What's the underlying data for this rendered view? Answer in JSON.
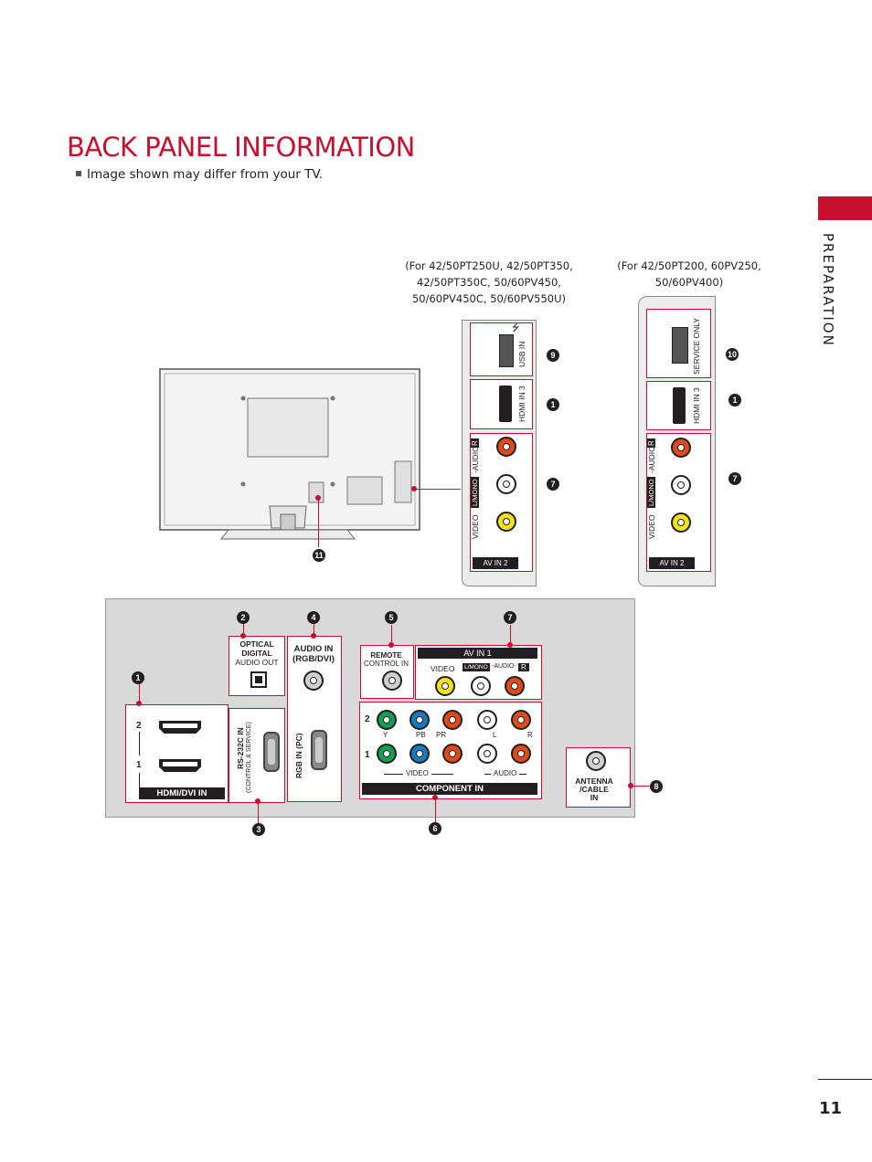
{
  "header": {
    "title": "BACK PANEL INFORMATION",
    "subtitle": "Image shown may differ from your TV."
  },
  "sidebar": {
    "section": "PREPARATION"
  },
  "footer": {
    "page_number": "11"
  },
  "captions": {
    "left_line1": "(For 42/50PT250U, 42/50PT350,",
    "left_line2": "42/50PT350C, 50/60PV450,",
    "left_line3": "50/60PV450C, 50/60PV550U)",
    "right_line1": "(For 42/50PT200, 60PV250,",
    "right_line2": "50/60PV400)"
  },
  "side_panel_a": {
    "usb": "USB IN",
    "hdmi3": "HDMI IN 3",
    "video": "VIDEO",
    "lmono": "L/MONO",
    "audio": "-AUDIO-",
    "r": "R",
    "av2": "AV IN 2",
    "badges": [
      "9",
      "1",
      "7"
    ]
  },
  "side_panel_b": {
    "service": "SERVICE ONLY",
    "hdmi3": "HDMI IN 3",
    "video": "VIDEO",
    "lmono": "L/MONO",
    "audio": "-AUDIO-",
    "r": "R",
    "av2": "AV IN 2",
    "badges": [
      "10",
      "1",
      "7"
    ]
  },
  "tv_badge": "11",
  "rear_panel": {
    "badges": {
      "hdmi": "1",
      "optical": "2",
      "rs232": "3",
      "audio_in": "4",
      "remote": "5",
      "component": "6",
      "av1": "7",
      "antenna": "8"
    },
    "optical_l1": "OPTICAL",
    "optical_l2": "DIGITAL",
    "optical_l3": "AUDIO OUT",
    "audio_in_l1": "AUDIO IN",
    "audio_in_l2": "(RGB/DVI)",
    "remote_l1": "REMOTE",
    "remote_l2": "CONTROL IN",
    "av1": "AV IN 1",
    "av1_video": "VIDEO",
    "av1_lmono": "L/MONO",
    "av1_audio": "-AUDIO-",
    "av1_r": "R",
    "hdmi_2": "2",
    "hdmi_1": "1",
    "hdmi_label": "HDMI/DVI IN",
    "rs232_l1": "RS-232C IN",
    "rs232_l2": "(CONTROL & SERVICE)",
    "rgb": "RGB IN (PC)",
    "comp_2": "2",
    "comp_1": "1",
    "y": "Y",
    "pb": "PB",
    "pr": "PR",
    "l": "L",
    "r": "R",
    "video": "VIDEO",
    "audio": "AUDIO",
    "component_label": "COMPONENT IN",
    "antenna_l1": "ANTENNA",
    "antenna_l2": "/CABLE",
    "antenna_l3": "IN"
  }
}
